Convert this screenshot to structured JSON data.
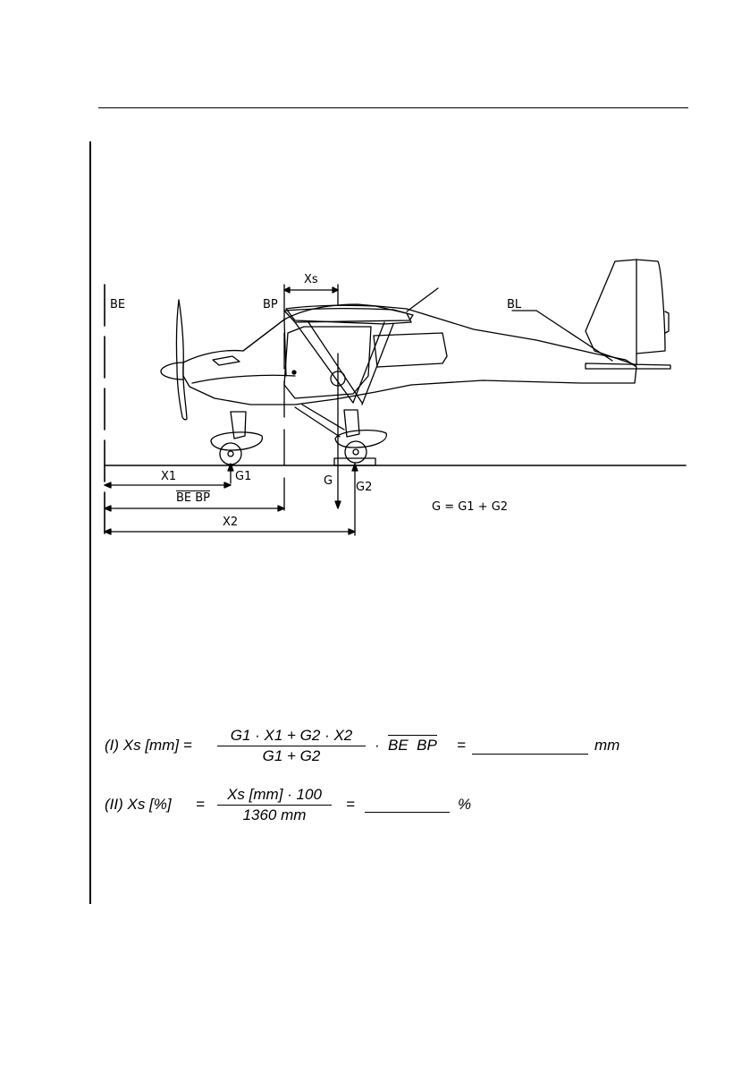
{
  "diagram": {
    "labels": {
      "be": "BE",
      "bp": "BP",
      "bl": "BL",
      "xs": "Xs",
      "x1": "X1",
      "x2": "X2",
      "be_bp": "BE BP",
      "g": "G",
      "g1": "G1",
      "g2": "G2",
      "g_sum": "G = G1 + G2"
    }
  },
  "formulas": {
    "f1": {
      "lhs": "(I) Xs [mm]  =",
      "numerator": "G1 · X1 + G2 · X2",
      "denominator": "G1 + G2",
      "dot": "·",
      "overline": "BE  BP",
      "eq": "=",
      "unit": "mm"
    },
    "f2": {
      "lhs": "(II) Xs [%]",
      "eq1": "=",
      "numerator": "Xs [mm] · 100",
      "denominator": "1360 mm",
      "eq2": "=",
      "unit": "%"
    }
  }
}
